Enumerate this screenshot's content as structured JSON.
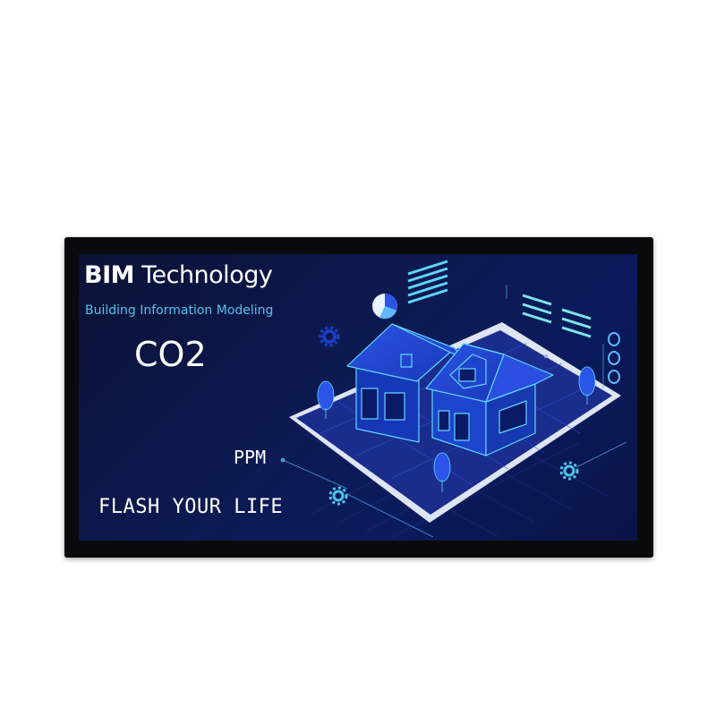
{
  "banner": {
    "title_bold": "BIM",
    "title_rest": " Technology",
    "subtitle": "Building Information Modeling"
  },
  "readings": {
    "co2_label": "CO2",
    "unit_label": "PPM"
  },
  "tagline": "FLASH YOUR LIFE",
  "colors": {
    "screen_background": "#0d1a52",
    "accent_cyan": "#4fc3e8",
    "house_blue": "#1b3fc9",
    "bezel": "#0a0a0c"
  },
  "icons": [
    "gear-icon",
    "pie-chart-icon",
    "tree-icon",
    "ring-icon"
  ]
}
